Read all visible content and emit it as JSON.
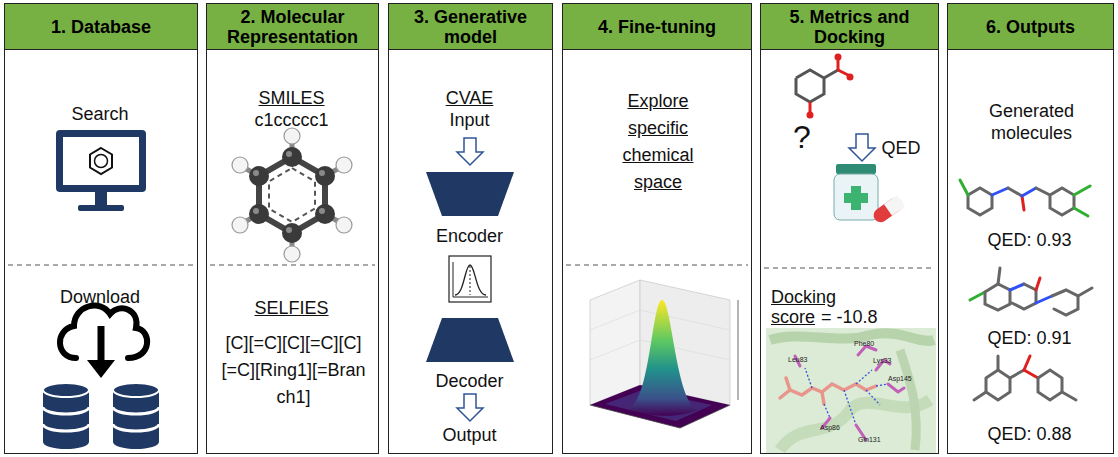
{
  "diagram": {
    "nodes": [
      {
        "text": [
          "1. Database",
          "Search",
          "Download"
        ]
      },
      {
        "text": [
          "2. Molecular Representation",
          "SMILES",
          "c1ccccc1",
          "SELFIES",
          "[C][=C][C][=C][C][=C][Ring1][=Branch1]"
        ]
      },
      {
        "text": [
          "3. Generative model",
          "CVAE",
          "Input",
          "Encoder",
          "Decoder",
          "Output"
        ]
      },
      {
        "text": [
          "4. Fine-tuning",
          "Explore specific chemical space"
        ]
      },
      {
        "text": [
          "5. Metrics and Docking",
          "?",
          "QED",
          "Docking score",
          "= -10.8"
        ]
      },
      {
        "text": [
          "6. Outputs",
          "Generated molecules",
          "QED: 0.93",
          "QED: 0.91",
          "QED: 0.88"
        ]
      }
    ],
    "labels": [
      "Leu83",
      "Phe80",
      "Lys33",
      "Asp145",
      "Asp86",
      "Gln131"
    ]
  }
}
